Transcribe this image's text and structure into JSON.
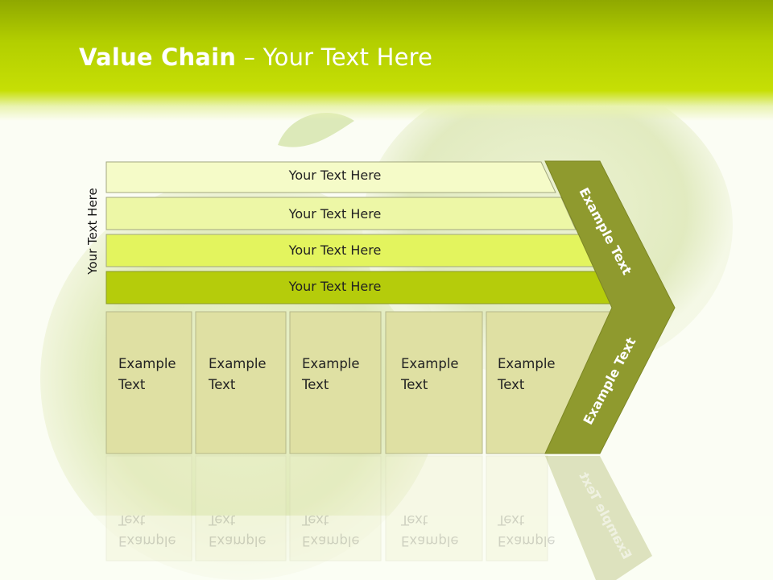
{
  "title": {
    "bold": "Value Chain",
    "rest": " – Your Text Here"
  },
  "side_label": "Your Text Here",
  "bars": [
    {
      "label": "Your Text Here",
      "color": "#f5fbc8"
    },
    {
      "label": "Your Text Here",
      "color": "#edf7a6"
    },
    {
      "label": "Your Text Here",
      "color": "#e3f45e"
    },
    {
      "label": "Your Text Here",
      "color": "#b5cc0b"
    }
  ],
  "boxes": [
    {
      "line1": "Example",
      "line2": "Text"
    },
    {
      "line1": "Example",
      "line2": "Text"
    },
    {
      "line1": "Example",
      "line2": "Text"
    },
    {
      "line1": "Example",
      "line2": "Text"
    },
    {
      "line1": "Example",
      "line2": "Text"
    }
  ],
  "chevron": {
    "top_label": "Example Text",
    "bottom_label": "Example Text",
    "color": "#8f9a2e"
  },
  "colors": {
    "header": "#b3cf00",
    "box_fill": "#dfe0a3",
    "box_stroke": "#b6b78a"
  }
}
